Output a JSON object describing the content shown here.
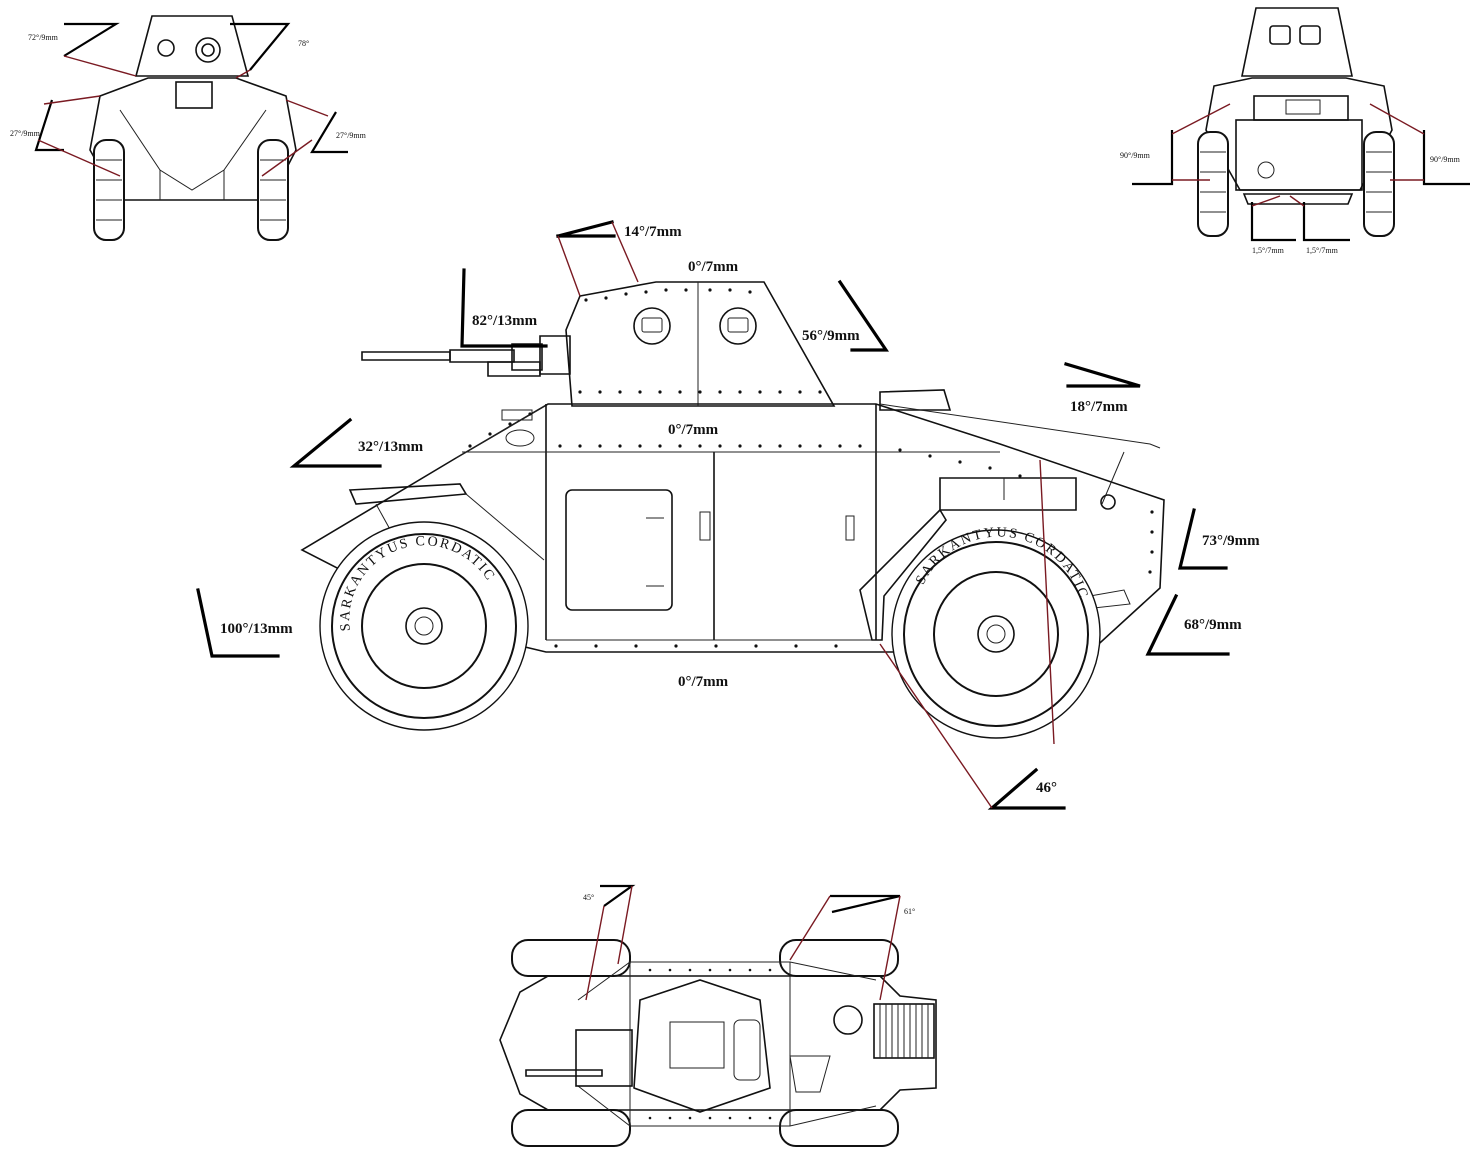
{
  "diagram": {
    "tyre_text": "SARKANTYUS CORDATIC",
    "side_view": {
      "labels": {
        "turret_slope": "14°/7mm",
        "turret_roof": "0°/7mm",
        "turret_front": "82°/13mm",
        "turret_rear": "56°/9mm",
        "rear_deck": "18°/7mm",
        "hull_top": "0°/7mm",
        "glacis": "32°/13mm",
        "rear_upper": "73°/9mm",
        "rear_lower": "68°/9mm",
        "front_lower": "100°/13mm",
        "hull_bottom": "0°/7mm",
        "rear_angle": "46°"
      }
    },
    "front_view": {
      "labels": {
        "turret_left": "72°/9mm",
        "turret_right": "78°",
        "side_left": "27°/9mm",
        "side_right": "27°/9mm"
      }
    },
    "rear_view": {
      "labels": {
        "side_left": "90°/9mm",
        "side_right": "90°/9mm",
        "bottom_left": "1,5°/7mm",
        "bottom_right": "1,5°/7mm"
      }
    },
    "top_view": {
      "labels": {
        "front_angle": "45°",
        "rear_angle": "61°"
      }
    }
  }
}
